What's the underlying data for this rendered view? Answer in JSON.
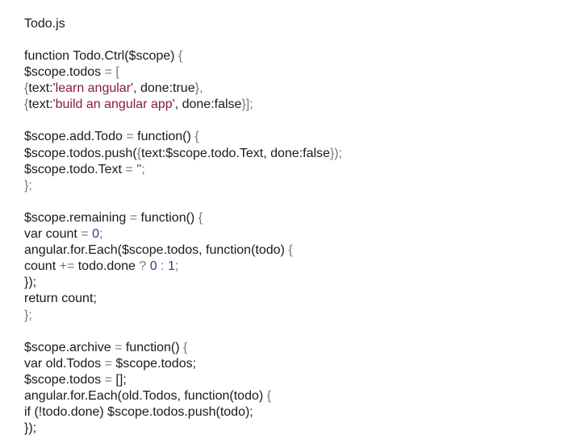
{
  "file_title": "Todo.js",
  "code_lines": [
    [
      {
        "t": "function Todo.Ctrl($scope) ",
        "k": "plain"
      },
      {
        "t": "{",
        "k": "punct"
      }
    ],
    [
      {
        "t": "$scope.todos ",
        "k": "plain"
      },
      {
        "t": "= [",
        "k": "punct"
      }
    ],
    [
      {
        "t": "{",
        "k": "punct"
      },
      {
        "t": "text:",
        "k": "plain"
      },
      {
        "t": "'learn angular'",
        "k": "str"
      },
      {
        "t": ", done:true",
        "k": "plain"
      },
      {
        "t": "},",
        "k": "punct"
      }
    ],
    [
      {
        "t": "{",
        "k": "punct"
      },
      {
        "t": "text:",
        "k": "plain"
      },
      {
        "t": "'build an angular app'",
        "k": "str"
      },
      {
        "t": ", done:false",
        "k": "plain"
      },
      {
        "t": "}];",
        "k": "punct"
      }
    ],
    [
      {
        "t": "",
        "k": "plain"
      }
    ],
    [
      {
        "t": "$scope.add.Todo ",
        "k": "plain"
      },
      {
        "t": "= ",
        "k": "punct"
      },
      {
        "t": "function() ",
        "k": "plain"
      },
      {
        "t": "{",
        "k": "punct"
      }
    ],
    [
      {
        "t": "$scope.todos.push(",
        "k": "plain"
      },
      {
        "t": "{",
        "k": "punct"
      },
      {
        "t": "text:$scope.todo.Text, done:false",
        "k": "plain"
      },
      {
        "t": "});",
        "k": "punct"
      }
    ],
    [
      {
        "t": "$scope.todo.Text ",
        "k": "plain"
      },
      {
        "t": "= ",
        "k": "punct"
      },
      {
        "t": "''",
        "k": "str"
      },
      {
        "t": ";",
        "k": "punct"
      }
    ],
    [
      {
        "t": "};",
        "k": "punct"
      }
    ],
    [
      {
        "t": "",
        "k": "plain"
      }
    ],
    [
      {
        "t": "$scope.remaining ",
        "k": "plain"
      },
      {
        "t": "= ",
        "k": "punct"
      },
      {
        "t": "function() ",
        "k": "plain"
      },
      {
        "t": "{",
        "k": "punct"
      }
    ],
    [
      {
        "t": "var count ",
        "k": "plain"
      },
      {
        "t": "= ",
        "k": "punct"
      },
      {
        "t": "0",
        "k": "num"
      },
      {
        "t": ";",
        "k": "punct"
      }
    ],
    [
      {
        "t": "angular.for.Each($scope.todos, function(todo) ",
        "k": "plain"
      },
      {
        "t": "{",
        "k": "punct"
      }
    ],
    [
      {
        "t": "count ",
        "k": "plain"
      },
      {
        "t": "+= ",
        "k": "punct"
      },
      {
        "t": "todo.done ",
        "k": "plain"
      },
      {
        "t": "? ",
        "k": "punct"
      },
      {
        "t": "0",
        "k": "num"
      },
      {
        "t": " : ",
        "k": "punct"
      },
      {
        "t": "1",
        "k": "num"
      },
      {
        "t": ";",
        "k": "punct"
      }
    ],
    [
      {
        "t": "});",
        "k": "plain"
      }
    ],
    [
      {
        "t": "return count;",
        "k": "plain"
      }
    ],
    [
      {
        "t": "};",
        "k": "punct"
      }
    ],
    [
      {
        "t": "",
        "k": "plain"
      }
    ],
    [
      {
        "t": "$scope.archive ",
        "k": "plain"
      },
      {
        "t": "= ",
        "k": "punct"
      },
      {
        "t": "function() ",
        "k": "plain"
      },
      {
        "t": "{",
        "k": "punct"
      }
    ],
    [
      {
        "t": "var old.Todos ",
        "k": "plain"
      },
      {
        "t": "= ",
        "k": "punct"
      },
      {
        "t": "$scope.todos;",
        "k": "plain"
      }
    ],
    [
      {
        "t": "$scope.todos ",
        "k": "plain"
      },
      {
        "t": "= ",
        "k": "punct"
      },
      {
        "t": "[];",
        "k": "plain"
      }
    ],
    [
      {
        "t": "angular.for.Each(old.Todos, function(todo) ",
        "k": "plain"
      },
      {
        "t": "{",
        "k": "punct"
      }
    ],
    [
      {
        "t": "if (!todo.done) $scope.todos.push(todo);",
        "k": "plain"
      }
    ],
    [
      {
        "t": "});",
        "k": "plain"
      }
    ]
  ],
  "colors": {
    "background": "#ffffff",
    "text": "#1a1a1a",
    "punctuation": "#777777",
    "string": "#8b1a3a",
    "number": "#3a3a8b"
  }
}
